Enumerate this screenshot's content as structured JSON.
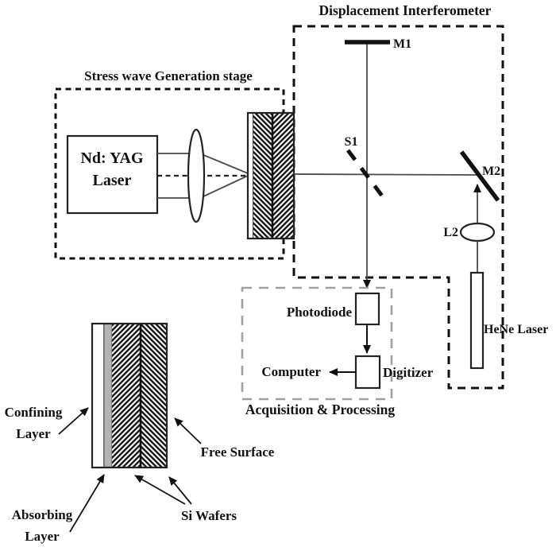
{
  "figure": {
    "interferometer": {
      "title": "Displacement Interferometer",
      "mirror1_label": "M1",
      "splitter_label": "S1",
      "mirror2_label": "M2",
      "lens2_label": "L2",
      "hene_label": "HeNe Laser"
    },
    "stress_stage": {
      "title": "Stress wave Generation stage",
      "laser_line1": "Nd: YAG",
      "laser_line2": "Laser"
    },
    "acquisition": {
      "title": "Acquisition & Processing",
      "photodiode_label": "Photodiode",
      "digitizer_label": "Digitizer",
      "computer_label": "Computer"
    },
    "specimen": {
      "confining_line1": "Confining",
      "confining_line2": "Layer",
      "absorbing_line1": "Absorbing",
      "absorbing_line2": "Layer",
      "free_surface_label": "Free Surface",
      "si_wafers_label": "Si Wafers"
    },
    "colors": {
      "ink": "#111111",
      "beam": "#4a4a4a",
      "acquisition_box": "#a0a0a0",
      "absorbing_fill": "#b3b3b3"
    }
  }
}
